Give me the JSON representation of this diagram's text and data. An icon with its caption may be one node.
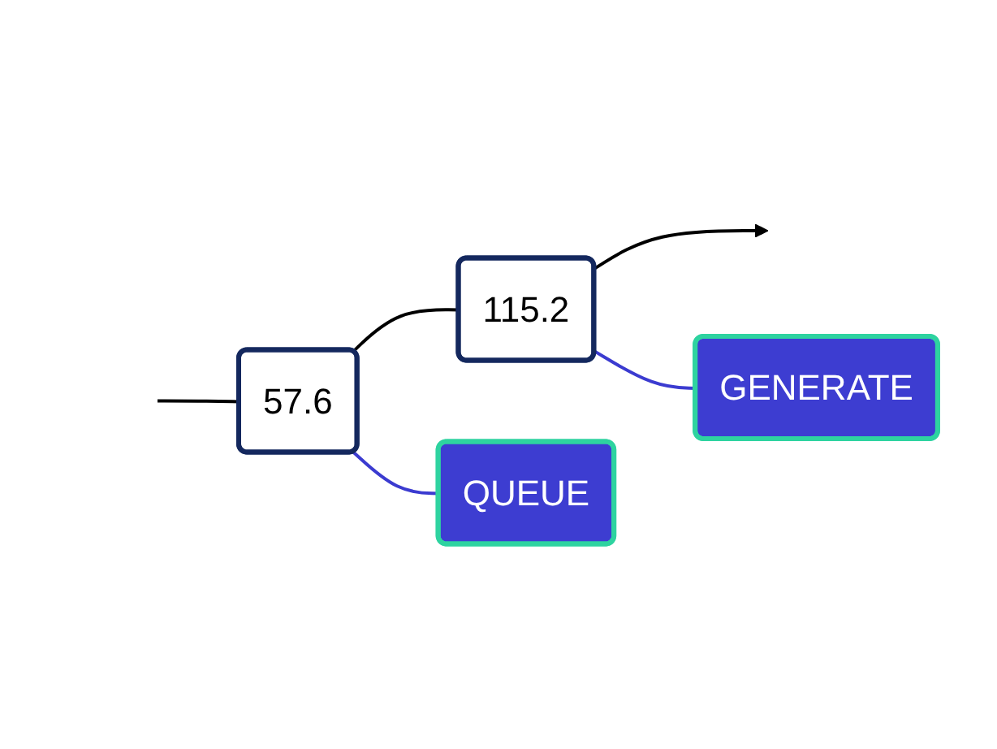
{
  "diagram": {
    "nodes": [
      {
        "text": [
          "57.6"
        ]
      },
      {
        "text": [
          "115.2"
        ]
      },
      {
        "text": [
          "QUEUE"
        ]
      },
      {
        "text": [
          "GENERATE"
        ]
      }
    ],
    "edges": [
      {
        "from": null,
        "to": 0,
        "arrow": "none"
      },
      {
        "from": 0,
        "to": 1,
        "arrow": "none"
      },
      {
        "from": 1,
        "to": null,
        "arrow": "to"
      },
      {
        "from": 0,
        "to": 2,
        "arrow": "none",
        "color": "#3b3bd0"
      },
      {
        "from": 1,
        "to": 3,
        "arrow": "none",
        "color": "#3b3bd0"
      }
    ]
  }
}
